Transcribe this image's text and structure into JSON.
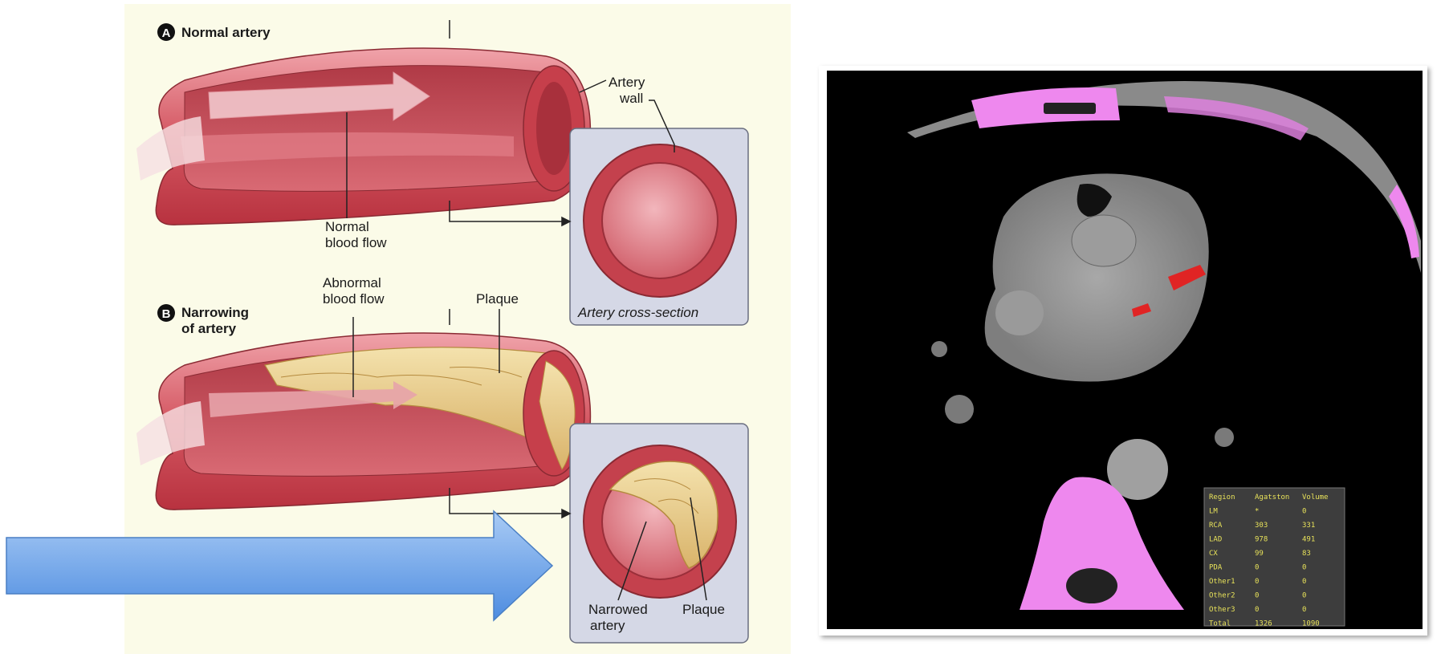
{
  "illustration": {
    "panel_a": {
      "badge": "A",
      "title": "Normal artery"
    },
    "panel_b": {
      "badge": "B",
      "title_line1": "Narrowing",
      "title_line2": "of artery"
    },
    "labels": {
      "artery_wall_line1": "Artery",
      "artery_wall_line2": "wall",
      "normal_flow_line1": "Normal",
      "normal_flow_line2": "blood flow",
      "abnormal_flow_line1": "Abnormal",
      "abnormal_flow_line2": "blood flow",
      "plaque_top": "Plaque",
      "cross_section": "Artery cross-section",
      "narrowed_line1": "Narrowed",
      "narrowed_line2": "artery",
      "plaque_bottom": "Plaque"
    }
  },
  "ct_scan": {
    "table_headers": [
      "Region",
      "Agatston",
      "Volume"
    ],
    "table_rows": [
      [
        "LM",
        "*",
        "0"
      ],
      [
        "RCA",
        "303",
        "331"
      ],
      [
        "LAD",
        "978",
        "491"
      ],
      [
        "CX",
        "99",
        "83"
      ],
      [
        "PDA",
        "0",
        "0"
      ],
      [
        "Other1",
        "0",
        "0"
      ],
      [
        "Other2",
        "0",
        "0"
      ],
      [
        "Other3",
        "0",
        "0"
      ],
      [
        "Total",
        "1326",
        "1090"
      ]
    ]
  },
  "colors": {
    "panel_bg": "#fbfbe8",
    "artery_red": "#c8434f",
    "artery_light": "#e88a92",
    "plaque": "#e9cf8f",
    "arrow_blue": "#6aa3e8",
    "calcium_pink": "#ee88ee"
  }
}
